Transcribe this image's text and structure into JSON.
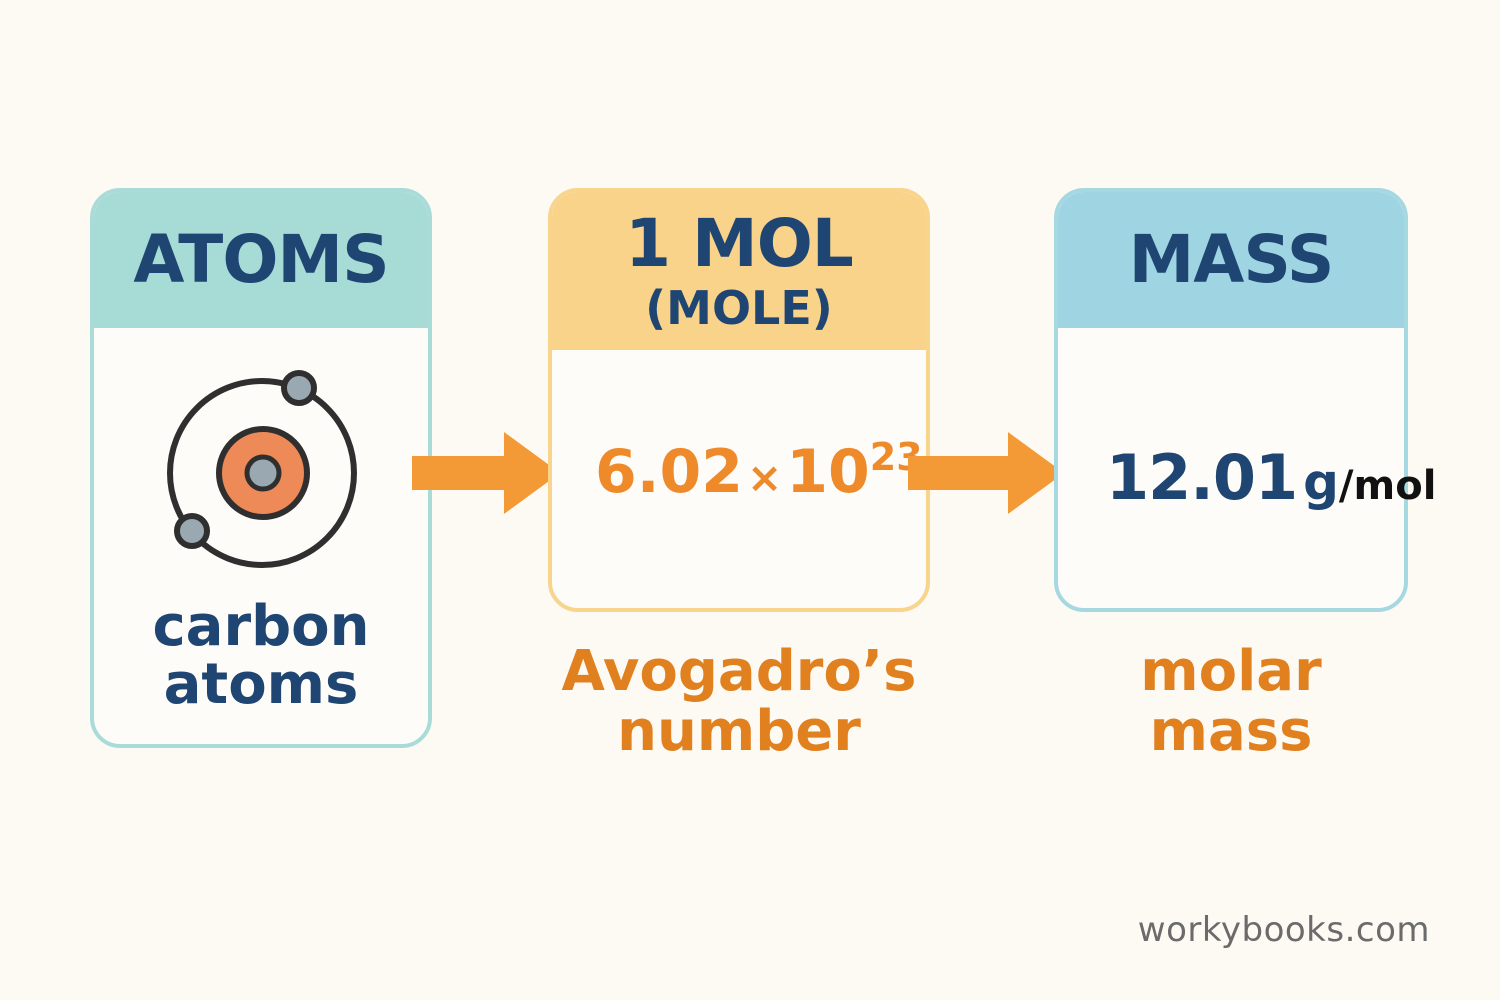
{
  "diagram": {
    "cards": [
      {
        "title": "ATOMS",
        "label_line1": "carbon",
        "label_line2": "atoms",
        "icon": "atom-icon"
      },
      {
        "title": "1 MOL",
        "subtitle": "(MOLE)",
        "value_mantissa": "6.02",
        "value_times": "×",
        "value_base": "10",
        "value_exponent": "23",
        "caption_line1": "Avogadro’s",
        "caption_line2": "number"
      },
      {
        "title": "MASS",
        "value_number": "12.01",
        "value_unit_g": "g",
        "value_unit_rest": "/mol",
        "caption_line1": "molar",
        "caption_line2": "mass"
      }
    ],
    "arrows": [
      "arrow-right-icon",
      "arrow-right-icon"
    ],
    "watermark": "workybooks.com"
  },
  "colors": {
    "navy_text": "#1f4673",
    "orange_accent": "#ef8a2b",
    "teal_header": "#a6dbd6",
    "yellow_header": "#f9d38a",
    "blue_header": "#9fd4e2",
    "background": "#fdfaf4"
  }
}
